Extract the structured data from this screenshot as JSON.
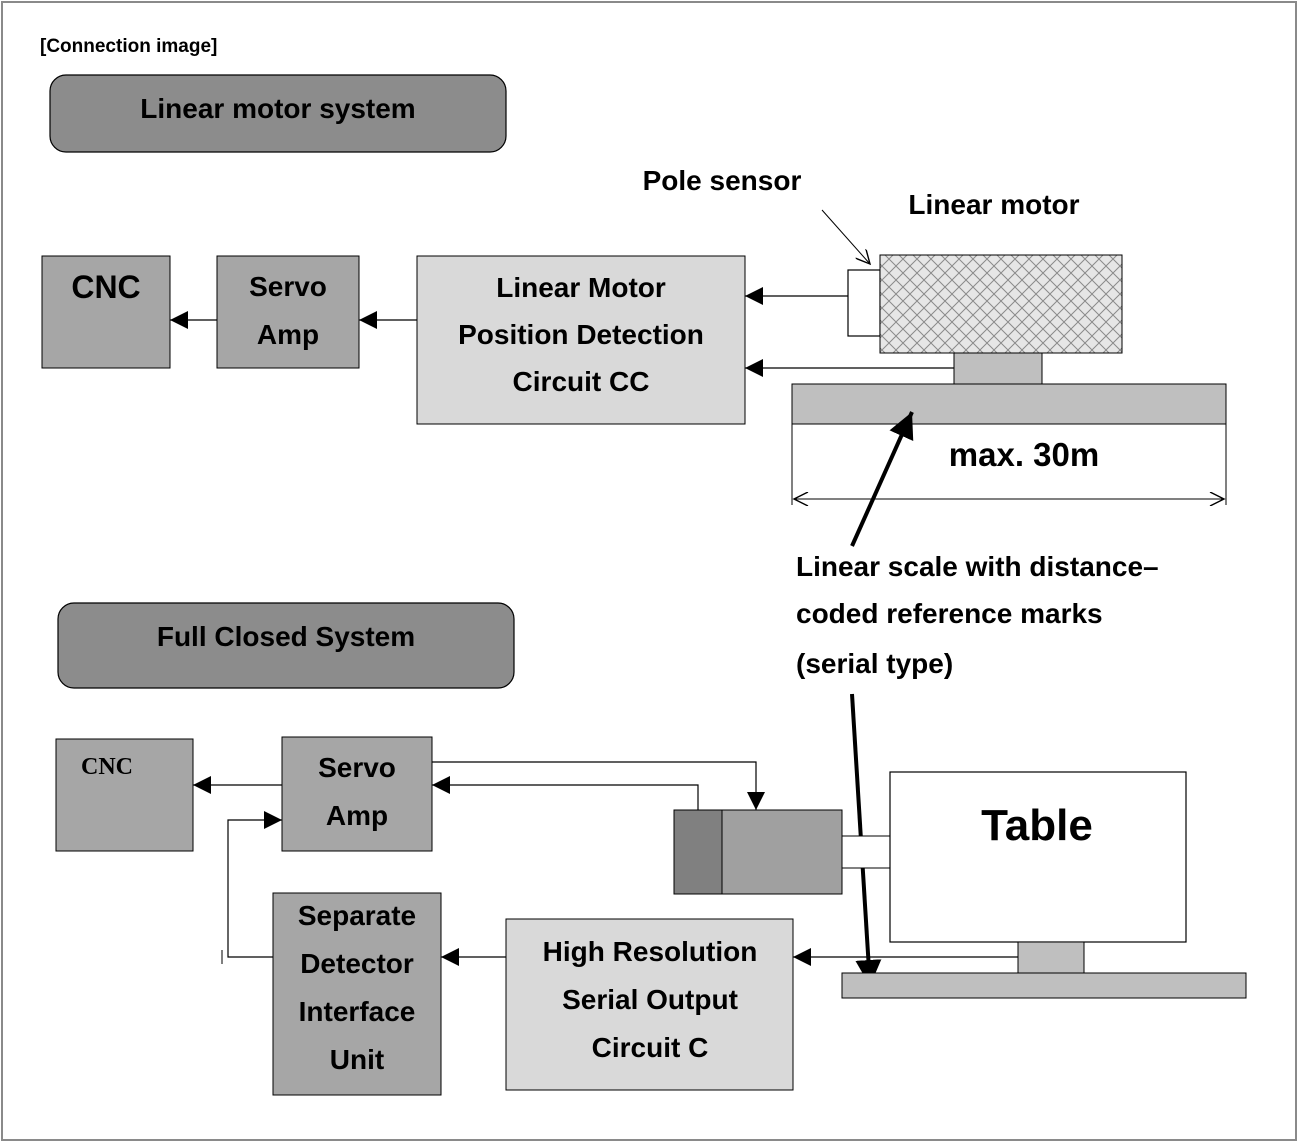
{
  "heading": "[Connection image]",
  "colors": {
    "banner": "#8c8c8c",
    "box_dark": "#a6a6a6",
    "box_light": "#d9d9d9",
    "motor_dark": "#808080",
    "motor_body": "#a0a0a0"
  },
  "linear_system": {
    "title": "Linear motor system",
    "cnc": "CNC",
    "servo_amp": [
      "Servo",
      "Amp"
    ],
    "detection_circuit": [
      "Linear Motor",
      "Position Detection",
      "Circuit CC"
    ],
    "pole_sensor": "Pole sensor",
    "linear_motor": "Linear motor",
    "length": "max. 30m",
    "scale_note": [
      "Linear scale with distance–",
      "coded reference marks",
      "(serial type)"
    ]
  },
  "full_closed": {
    "title": "Full Closed System",
    "cnc": "CNC",
    "servo_amp": [
      "Servo",
      "Amp"
    ],
    "detector_unit": [
      "Separate",
      "Detector",
      "Interface",
      "Unit"
    ],
    "output_circuit": [
      "High Resolution",
      "Serial Output",
      "Circuit C"
    ],
    "table": "Table"
  }
}
